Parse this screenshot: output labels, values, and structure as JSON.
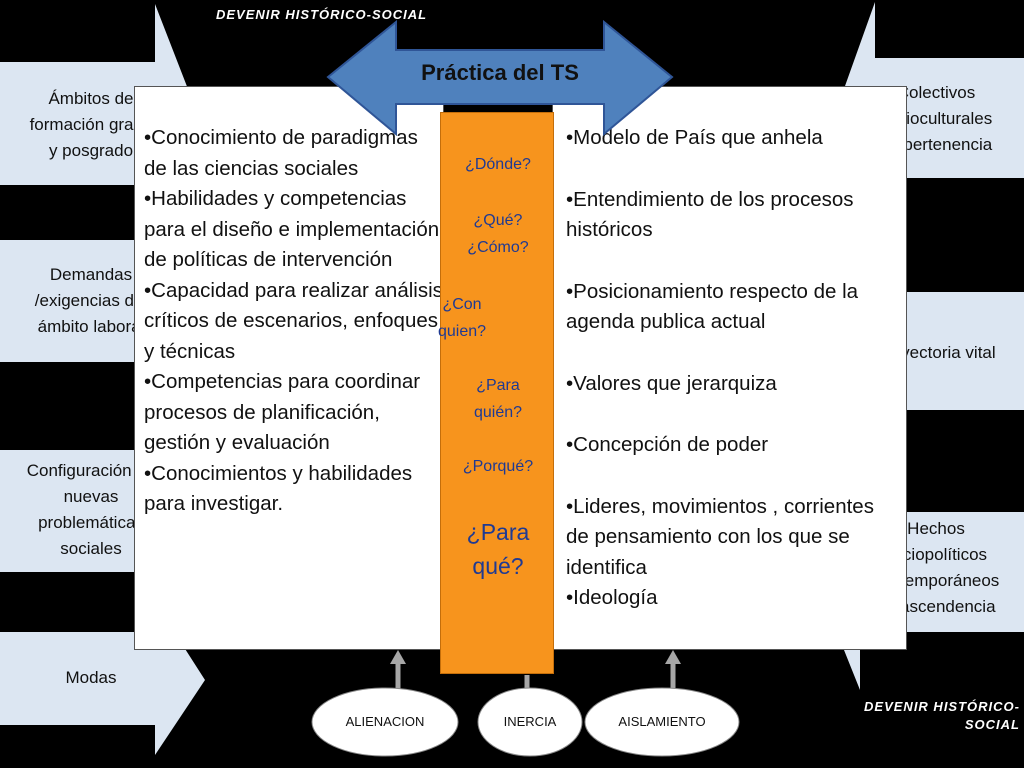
{
  "devenir_top": "DEVENIR HISTÓRICO-SOCIAL",
  "devenir_bottom": "DEVENIR HISTÓRICO-\nSOCIAL",
  "practica_title": "Práctica del TS",
  "left_arrows": [
    "Ámbitos de\nformación grado\ny posgrado",
    "Demandas\n/exigencias del\námbito laboral",
    "Configuración de\nnuevas\nproblemáticas\nsociales",
    "Modas"
  ],
  "right_arrows": [
    "Colectivos\nsocioculturales\nde pertenencia",
    "Trayectoria vital",
    "Hechos\nsociopolíticos\ncontemporáneos\ny trascendencia"
  ],
  "left_box_items": [
    "•Conocimiento de paradigmas de las ciencias sociales",
    "•Habilidades y competencias para el diseño e implementación de políticas de intervención",
    "•Capacidad para realizar análisis críticos de escenarios, enfoques y técnicas",
    "•Competencias para coordinar procesos de planificación, gestión y evaluación",
    "•Conocimientos y habilidades para investigar."
  ],
  "right_box_items": [
    "•Modelo de País que anhela",
    "•Entendimiento de los procesos históricos",
    "•Posicionamiento respecto de la agenda publica actual",
    "•Valores que jerarquiza",
    "•Concepción de poder",
    "•Lideres, movimientos , corrientes de pensamiento con los que se identifica",
    "•Ideología"
  ],
  "questions": {
    "donde": "¿Dónde?",
    "que": "¿Qué?",
    "como": "¿Cómo?",
    "con_quien": "¿Con\nquien?",
    "para_quien": "¿Para\nquién?",
    "porque": "¿Porqué?",
    "para_que": "¿Para\nqué?"
  },
  "ellipses": [
    "ALIENACION",
    "INERCIA",
    "AISLAMIENTO"
  ],
  "colors": {
    "arrow_fill": "#dce6f2",
    "blue_arrow": "#4f81bd",
    "orange_column": "#f7941d",
    "question_text": "#1f3a93"
  }
}
